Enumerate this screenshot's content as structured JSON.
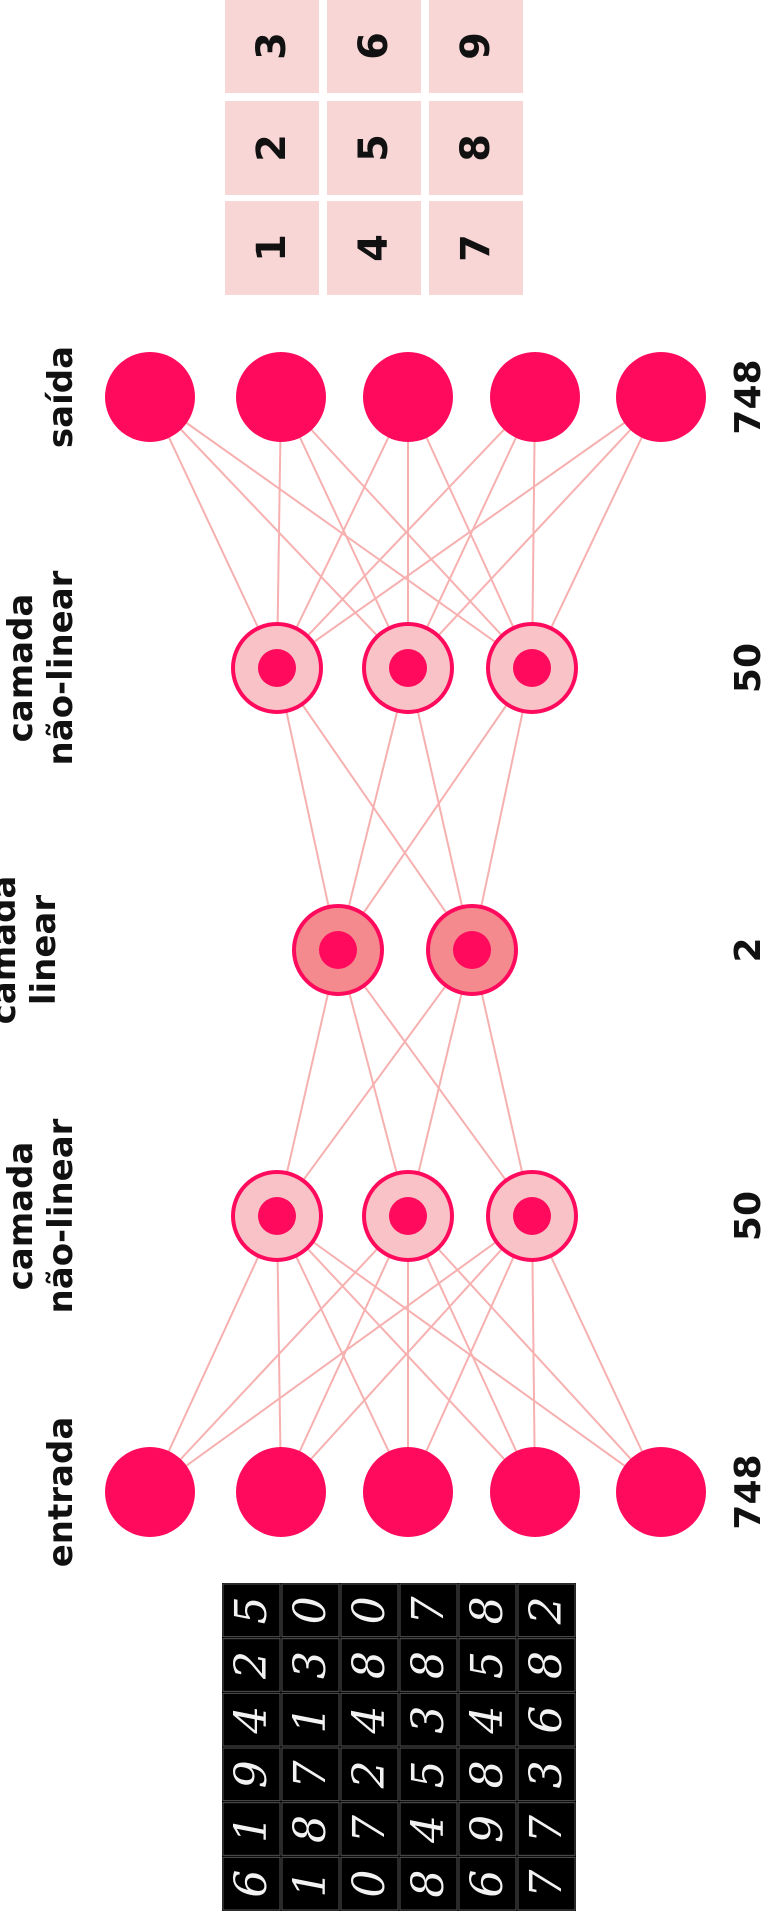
{
  "layers": [
    {
      "label_lines": [
        "entrada"
      ],
      "count": "748",
      "nodes": 5,
      "style": "solid"
    },
    {
      "label_lines": [
        "camada",
        "não-linear"
      ],
      "count": "50",
      "nodes": 3,
      "style": "nonlinear"
    },
    {
      "label_lines": [
        "camada",
        "linear"
      ],
      "count": "2",
      "nodes": 2,
      "style": "linear"
    },
    {
      "label_lines": [
        "camada",
        "não-linear"
      ],
      "count": "50",
      "nodes": 3,
      "style": "nonlinear"
    },
    {
      "label_lines": [
        "saída"
      ],
      "count": "748",
      "nodes": 5,
      "style": "solid"
    }
  ],
  "output_grid": [
    "1",
    "2",
    "3",
    "4",
    "5",
    "6",
    "7",
    "8",
    "9"
  ],
  "mnist_digits": [
    [
      "6",
      "1",
      "9",
      "4",
      "2",
      "5"
    ],
    [
      "1",
      "8",
      "7",
      "1",
      "3",
      "0"
    ],
    [
      "0",
      "7",
      "2",
      "4",
      "8",
      "0"
    ],
    [
      "8",
      "4",
      "5",
      "3",
      "8",
      "7"
    ],
    [
      "6",
      "9",
      "8",
      "4",
      "5",
      "8"
    ],
    [
      "7",
      "7",
      "3",
      "6",
      "8",
      "2"
    ]
  ],
  "colors": {
    "node": "#ff0a5c",
    "node_ring_light": "#f9c2c6",
    "node_ring_mid": "#f4898e",
    "edge": "#f7b0b0",
    "grid_cell": "#f9d6d6",
    "mnist_bg": "#000000"
  }
}
